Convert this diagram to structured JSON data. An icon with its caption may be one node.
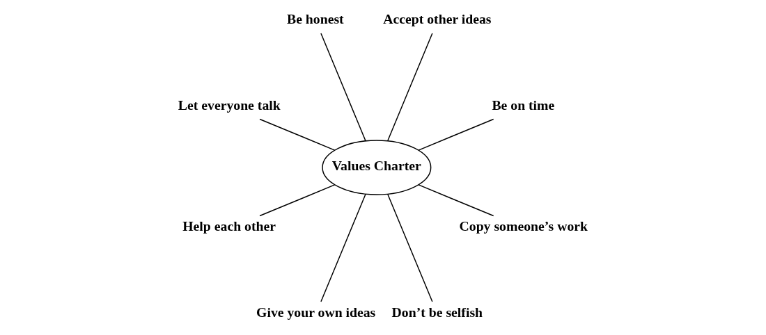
{
  "diagram": {
    "nodes": [
      {
        "text": [
          "Values Charter"
        ]
      },
      {
        "text": [
          "Be on time"
        ]
      },
      {
        "text": [
          "Accept other ideas"
        ]
      },
      {
        "text": [
          "Be honest"
        ]
      },
      {
        "text": [
          "Let everyone talk"
        ]
      },
      {
        "text": [
          "Help each other"
        ]
      },
      {
        "text": [
          "Give your own ideas"
        ]
      },
      {
        "text": [
          "Don’t be selfish"
        ]
      },
      {
        "text": [
          "Copy someone’s work"
        ]
      }
    ],
    "edges": [
      {
        "from": 0,
        "to": 1,
        "arrow": "none"
      },
      {
        "from": 0,
        "to": 2,
        "arrow": "none"
      },
      {
        "from": 0,
        "to": 3,
        "arrow": "none"
      },
      {
        "from": 0,
        "to": 4,
        "arrow": "none"
      },
      {
        "from": 0,
        "to": 5,
        "arrow": "none"
      },
      {
        "from": 0,
        "to": 6,
        "arrow": "none"
      },
      {
        "from": 0,
        "to": 7,
        "arrow": "none"
      },
      {
        "from": 0,
        "to": 8,
        "arrow": "none"
      }
    ]
  }
}
